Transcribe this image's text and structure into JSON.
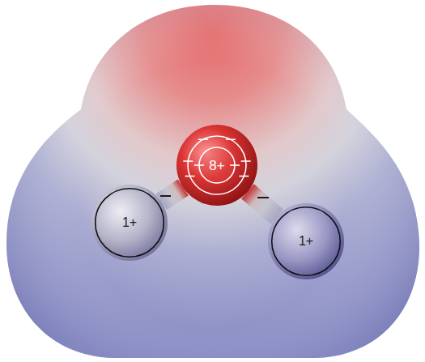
{
  "diagram": {
    "nodes": [
      {
        "text": [
          "8+"
        ]
      },
      {
        "text": [
          "1+"
        ]
      },
      {
        "text": [
          "1+"
        ]
      }
    ],
    "edges": [
      {
        "from": 0,
        "to": 1,
        "arrow": "none"
      },
      {
        "from": 0,
        "to": 2,
        "arrow": "none"
      }
    ]
  }
}
